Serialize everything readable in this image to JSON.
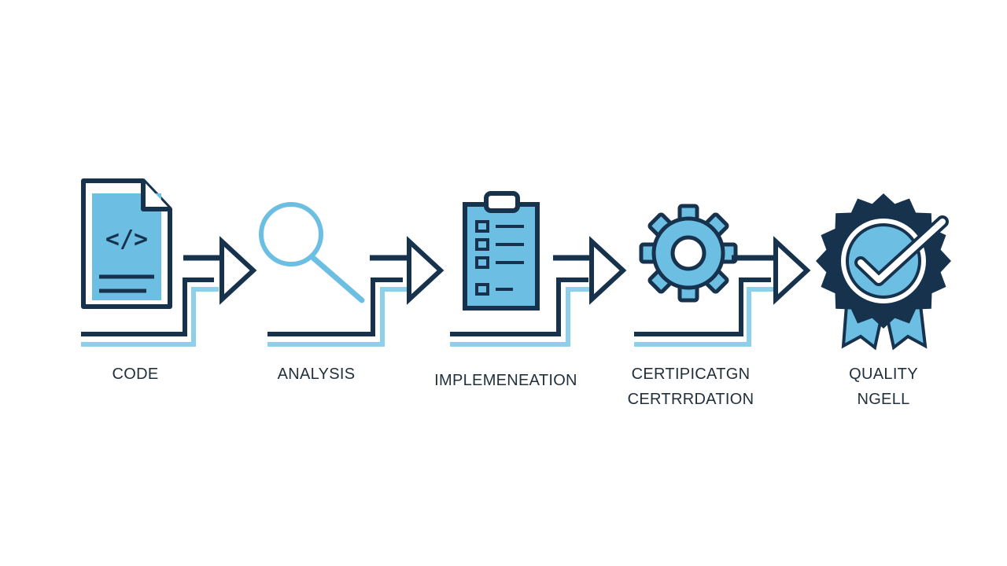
{
  "colors": {
    "navy": "#17324d",
    "light_blue": "#6cbfe2",
    "pale_blue": "#8dd0ec",
    "background": "#ffffff",
    "text": "#22303c"
  },
  "steps": [
    {
      "id": "code",
      "icon": "code-document-icon",
      "lines": [
        "CODE"
      ]
    },
    {
      "id": "analysis",
      "icon": "magnifier-icon",
      "lines": [
        "ANALYSIS"
      ]
    },
    {
      "id": "implementation",
      "icon": "clipboard-checklist-icon",
      "lines": [
        "IMPLEMENEATION"
      ]
    },
    {
      "id": "certification",
      "icon": "gear-icon",
      "lines": [
        "CERTIPICATGN",
        "CERTRRDATION"
      ]
    },
    {
      "id": "quality",
      "icon": "quality-badge-icon",
      "lines": [
        "QUALITY",
        "NGELL"
      ]
    }
  ],
  "icon_glyphs": {
    "code": "</>"
  }
}
